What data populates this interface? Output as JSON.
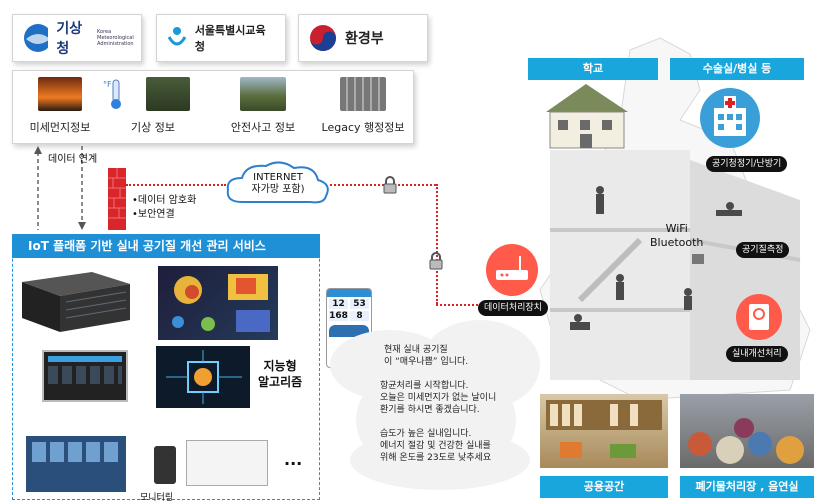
{
  "agencies": [
    {
      "name": "기상청",
      "sub": "Korea Meteorological Administration"
    },
    {
      "name": "서울특별시교육청"
    },
    {
      "name": "환경부"
    }
  ],
  "info_sources": [
    "미세먼지정보",
    "기상 정보",
    "안전사고 정보",
    "Legacy 행정정보"
  ],
  "data_link_label": "데이터 연계",
  "security": {
    "encryption": "•데이터 암호화",
    "connection": "•보안연결"
  },
  "internet": {
    "line1": "INTERNET",
    "line2": "자가망 포함)"
  },
  "service_title": "IoT 플래폼 기반 실내 공기질 개선 관리 서비스",
  "algorithm_label": [
    "지능형",
    "알고리즘"
  ],
  "ellipsis": "...",
  "bottom_cut_label": "모니터링",
  "app_values": {
    "v1": "12",
    "v2": "53",
    "v3": "168",
    "v4": "8"
  },
  "messages": [
    "현재 실내 공기질",
    "이 “매우나쁨” 입니다.",
    "항균처리를 시작합니다.",
    "오늘은 미세먼지가 없는 날이니",
    "환기를 하시면 좋겠습니다.",
    "습도가 높은 실내입니다.",
    "에너지 절감 및 건강한 실내를",
    "위해 온도를 23도로 낮추세요"
  ],
  "right_tags": {
    "school": "학교",
    "operating_room": "수술실/병실 등",
    "public_space": "공용공간",
    "waste": "폐기물처리장 , 음연실"
  },
  "device_labels": {
    "purifier": "공기청정기/난방기",
    "wifi": "WiFi",
    "bluetooth": "Bluetooth",
    "air_sensor": "공기질측정",
    "data_processor": "데이터처리장치",
    "indoor_improver": "실내개선처리"
  },
  "colors": {
    "accent_blue": "#1f8fd6",
    "tag_blue": "#19a6dd",
    "link_red": "#e02020"
  }
}
